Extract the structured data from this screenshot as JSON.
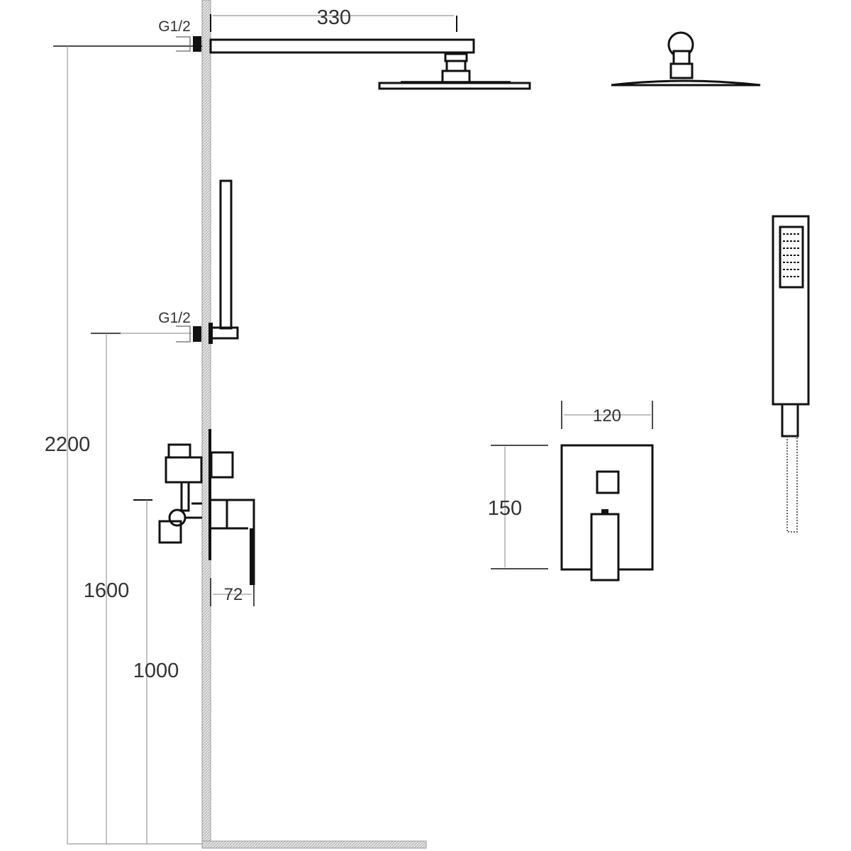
{
  "drawing": {
    "title_dimensions": {
      "arm_length": "330",
      "top_inlet": "G1/2",
      "hand_inlet": "G1/2",
      "total_height": "2200",
      "hand_outlet_height": "1600",
      "mixer_height": "1000",
      "mixer_depth": "72",
      "plate_width": "120",
      "plate_height": "150"
    },
    "colors": {
      "line": "#111111",
      "dimension": "#999999",
      "text": "#333333"
    }
  }
}
